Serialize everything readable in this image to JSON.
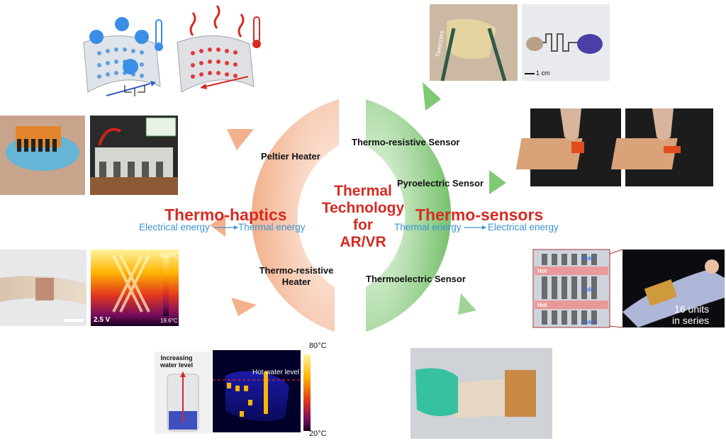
{
  "center_title": {
    "line1": "Thermal",
    "line2": "Technology",
    "line3": "for",
    "line4": "AR/VR"
  },
  "left": {
    "title": "Thermo-haptics",
    "flow": {
      "from": "Electrical energy",
      "to": "Thermal energy"
    },
    "methods": {
      "peltier": "Peltier Heater",
      "resistive_line1": "Thermo-resistive",
      "resistive_line2": "Heater"
    }
  },
  "right": {
    "title": "Thermo-sensors",
    "flow": {
      "from": "Thermal energy",
      "to": "Electrical energy"
    },
    "methods": {
      "resistive": "Thermo-resistive Sensor",
      "pyro": "Pyroelectric Sensor",
      "thermoelectric": "Thermoelectric Sensor"
    }
  },
  "figure_labels": {
    "tweezers": "Tweezers",
    "scale_1cm": "1 cm",
    "thermal_max": "50.0°C",
    "thermal_min": "19.6°C",
    "voltage": "2.5 V",
    "increasing_line1": "Increasing",
    "increasing_line2": "water level",
    "hot_water_level": "Hot water level",
    "scale_top": "80°C",
    "scale_bottom": "20°C",
    "units_line1": "16 units",
    "units_line2": "in series",
    "cold_top": "Cold",
    "cold_mid": "Cold",
    "cold_bottom": "Cold",
    "hot_top": "Hot",
    "hot_bottom": "Hot"
  },
  "colors": {
    "title_red": "#d62b22",
    "flow_blue": "#3a92d6",
    "left_arc": "#f6c2a6",
    "right_arc": "#8fcf84"
  }
}
